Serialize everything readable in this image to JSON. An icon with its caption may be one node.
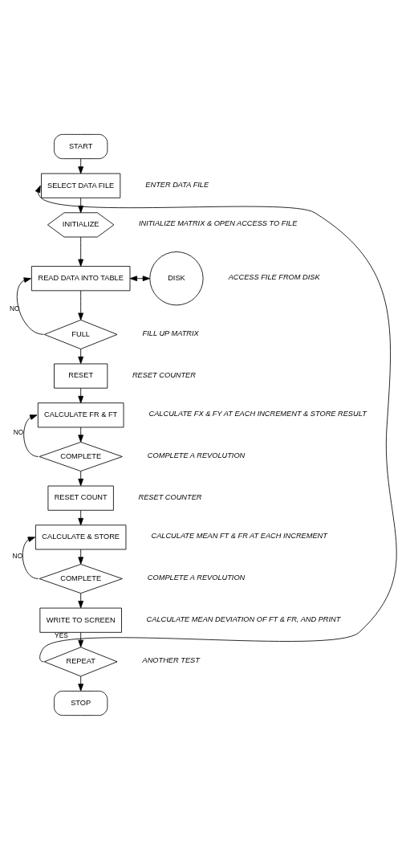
{
  "diagram": {
    "nodes": [
      {
        "text": [
          "START"
        ]
      },
      {
        "text": [
          "SELECT DATA FILE"
        ],
        "beside": [
          "ENTER DATA FILE"
        ]
      },
      {
        "text": [
          "INITIALIZE"
        ],
        "beside": [
          "INITIALIZE MATRIX & OPEN ACCESS TO FILE"
        ]
      },
      {
        "text": [
          "READ DATA INTO TABLE"
        ]
      },
      {
        "text": [
          "DISK"
        ],
        "beside": [
          "ACCESS FILE FROM DISK"
        ]
      },
      {
        "text": [
          "FULL"
        ],
        "beside": [
          "FILL UP MATRIX"
        ]
      },
      {
        "text": [
          "RESET"
        ],
        "beside": [
          "RESET COUNTER"
        ]
      },
      {
        "text": [
          "CALCULATE FR & FT"
        ],
        "beside": [
          "CALCULATE FX & FY AT EACH INCREMENT & STORE RESULT"
        ]
      },
      {
        "text": [
          "COMPLETE"
        ],
        "beside": [
          "COMPLETE A REVOLUTION"
        ]
      },
      {
        "text": [
          "RESET COUNT"
        ],
        "beside": [
          "RESET COUNTER"
        ]
      },
      {
        "text": [
          "CALCULATE & STORE"
        ],
        "beside": [
          "CALCULATE MEAN FT & FR AT EACH INCREMENT"
        ]
      },
      {
        "text": [
          "COMPLETE"
        ],
        "beside": [
          "COMPLETE A REVOLUTION"
        ]
      },
      {
        "text": [
          "WRITE TO SCREEN"
        ],
        "beside": [
          "CALCULATE MEAN DEVIATION OF FT & FR, AND PRINT"
        ]
      },
      {
        "text": [
          "REPEAT"
        ],
        "beside": [
          "ANOTHER TEST"
        ]
      },
      {
        "text": [
          "STOP"
        ]
      }
    ],
    "edges": [
      {
        "from": 0,
        "to": 1,
        "arrow": "to"
      },
      {
        "from": 1,
        "to": 2,
        "arrow": "to"
      },
      {
        "from": 2,
        "to": 3,
        "arrow": "to"
      },
      {
        "from": 3,
        "to": 4,
        "arrow": "both"
      },
      {
        "from": 3,
        "to": 5,
        "arrow": "to"
      },
      {
        "from": 5,
        "to": 3,
        "arrow": "to",
        "label": "NO"
      },
      {
        "from": 5,
        "to": 6,
        "arrow": "to"
      },
      {
        "from": 6,
        "to": 7,
        "arrow": "to"
      },
      {
        "from": 7,
        "to": 8,
        "arrow": "to"
      },
      {
        "from": 8,
        "to": 7,
        "arrow": "to",
        "label": "NO"
      },
      {
        "from": 8,
        "to": 9,
        "arrow": "to"
      },
      {
        "from": 9,
        "to": 10,
        "arrow": "to"
      },
      {
        "from": 10,
        "to": 11,
        "arrow": "to"
      },
      {
        "from": 11,
        "to": 10,
        "arrow": "to",
        "label": "NO"
      },
      {
        "from": 11,
        "to": 12,
        "arrow": "to"
      },
      {
        "from": 12,
        "to": 13,
        "arrow": "to"
      },
      {
        "from": 13,
        "to": 1,
        "arrow": "to",
        "label": "YES"
      },
      {
        "from": 13,
        "to": 14,
        "arrow": "to"
      }
    ]
  }
}
